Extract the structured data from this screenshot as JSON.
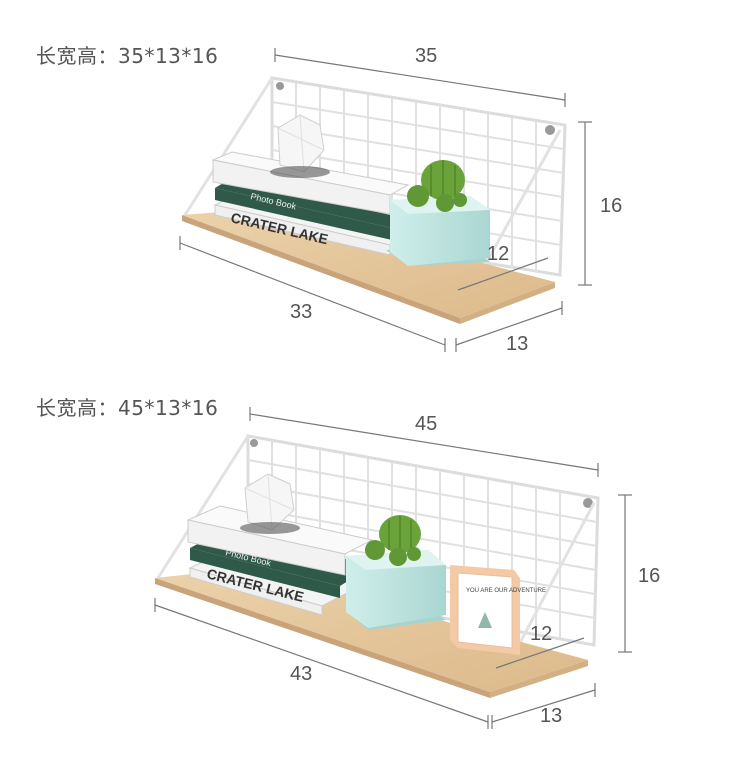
{
  "products": [
    {
      "spec_label": "长宽高：35*13*16",
      "dims": {
        "top_width": "35",
        "height": "16",
        "depth_inner": "12",
        "front_length": "33",
        "depth": "13"
      },
      "props": {
        "book_title": "CRATER LAKE",
        "book_sub": "Photo Book"
      }
    },
    {
      "spec_label": "长宽高：45*13*16",
      "dims": {
        "top_width": "45",
        "height": "16",
        "depth_inner": "12",
        "front_length": "43",
        "depth": "13"
      },
      "props": {
        "book_title": "CRATER LAKE",
        "book_sub": "Photo Book",
        "frame_text": "YOU ARE OUR ADVENTURE"
      }
    }
  ],
  "colors": {
    "wood": "#e3c49a",
    "wood_edge": "#c9a47a",
    "wire": "#ffffff",
    "wire_shadow": "#d8d8d8",
    "pot": "#bfe3e0",
    "cactus": "#6aa33a",
    "book_dark": "#2f5a4a",
    "dimension_line": "#777777"
  }
}
